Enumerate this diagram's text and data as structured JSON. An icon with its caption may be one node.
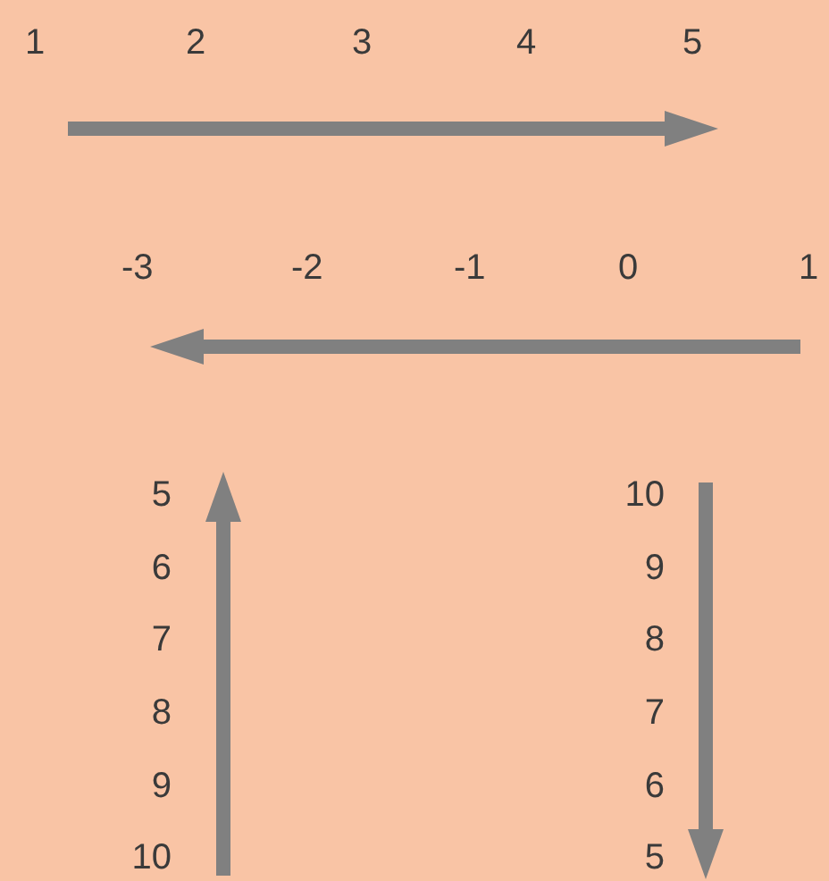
{
  "diagram": {
    "labels": [
      "1",
      "2",
      "3",
      "4",
      "5",
      "-3",
      "-2",
      "-1",
      "0",
      "1",
      "5",
      "10",
      "6",
      "9",
      "7",
      "8",
      "8",
      "7",
      "9",
      "6",
      "10",
      "5"
    ]
  }
}
